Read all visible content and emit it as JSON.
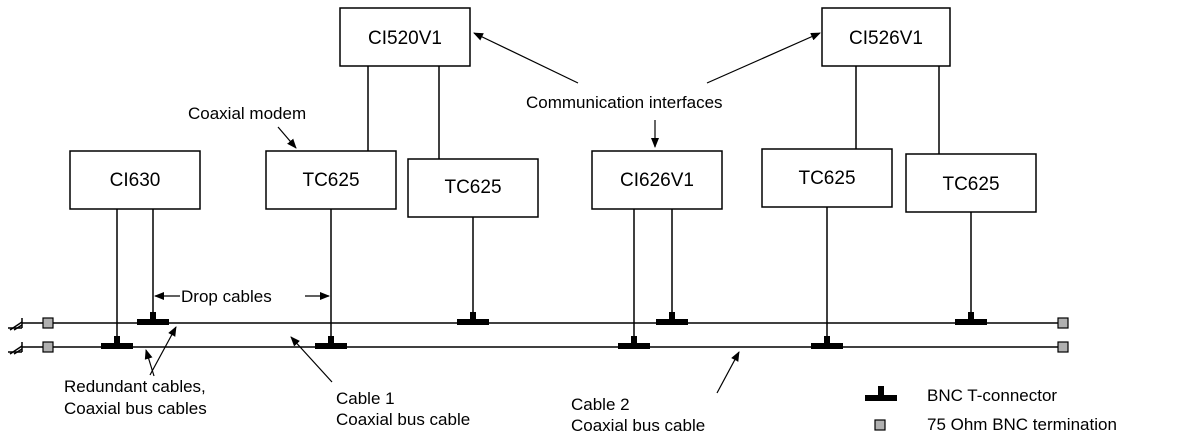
{
  "modules": {
    "ci520": "CI520V1",
    "ci526": "CI526V1",
    "ci630": "CI630",
    "tc625_a": "TC625",
    "tc625_b": "TC625",
    "ci626": "CI626V1",
    "tc625_c": "TC625",
    "tc625_d": "TC625"
  },
  "labels": {
    "coaxial_modem": "Coaxial modem",
    "communication_interfaces": "Communication interfaces",
    "drop_cables": "Drop cables",
    "redundant_line1": "Redundant cables,",
    "redundant_line2": "Coaxial bus cables",
    "cable1_line1": "Cable 1",
    "cable1_line2": "Coaxial bus cable",
    "cable2_line1": "Cable 2",
    "cable2_line2": "Coaxial bus cable"
  },
  "legend": {
    "t_connector": "BNC T-connector",
    "termination": "75 Ohm BNC termination"
  }
}
